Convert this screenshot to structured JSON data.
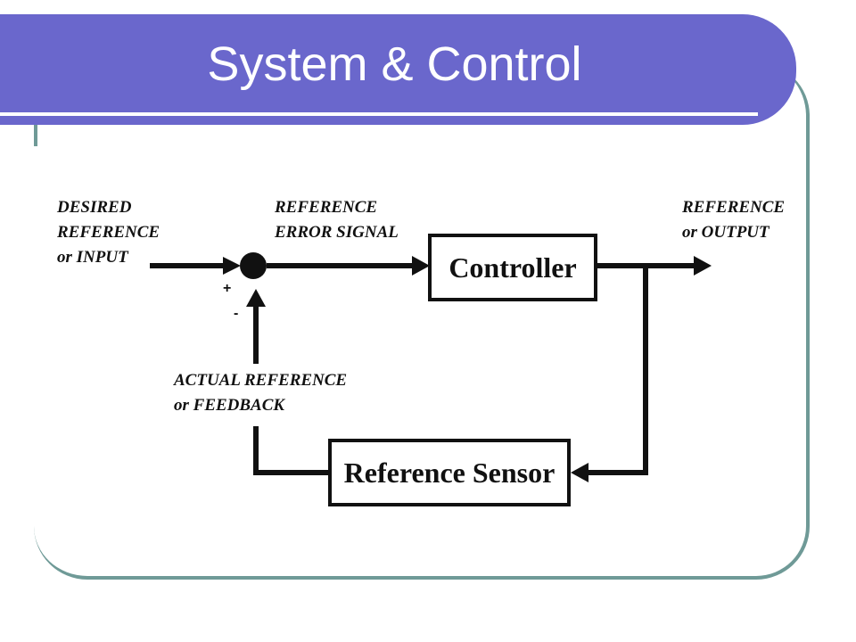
{
  "slide": {
    "title": "System & Control"
  },
  "diagram": {
    "input_label": [
      "DESIRED",
      "REFERENCE",
      "or INPUT"
    ],
    "error_label": [
      "REFERENCE",
      "ERROR SIGNAL"
    ],
    "output_label": [
      "REFERENCE",
      "or OUTPUT"
    ],
    "feedback_label": [
      "ACTUAL REFERENCE",
      "or FEEDBACK"
    ],
    "controller_label": "Controller",
    "sensor_label": "Reference Sensor",
    "plus_sign": "+",
    "minus_sign": "-"
  },
  "colors": {
    "title_bar": "#6a67cc",
    "frame": "#6f9a97",
    "ink": "#111111"
  }
}
